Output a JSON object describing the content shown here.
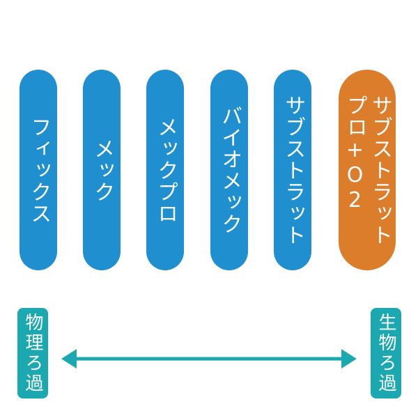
{
  "colors": {
    "pill_blue": "#1f8fcf",
    "pill_orange": "#dc7d2b",
    "tag_teal": "#1ba8b1",
    "arrow_teal": "#1ba8b1"
  },
  "pills": [
    {
      "label": "フィックス",
      "color": "#1f8fcf"
    },
    {
      "label": "メック",
      "color": "#1f8fcf"
    },
    {
      "label": "メックプロ",
      "color": "#1f8fcf"
    },
    {
      "label": "バイオメック",
      "color": "#1f8fcf"
    },
    {
      "label": "サブストラット",
      "color": "#1f8fcf"
    },
    {
      "label": "サブストラット\nプロ+O2",
      "color": "#dc7d2b"
    }
  ],
  "left_tag": {
    "label": "物理ろ過"
  },
  "right_tag": {
    "label": "生物ろ過"
  }
}
